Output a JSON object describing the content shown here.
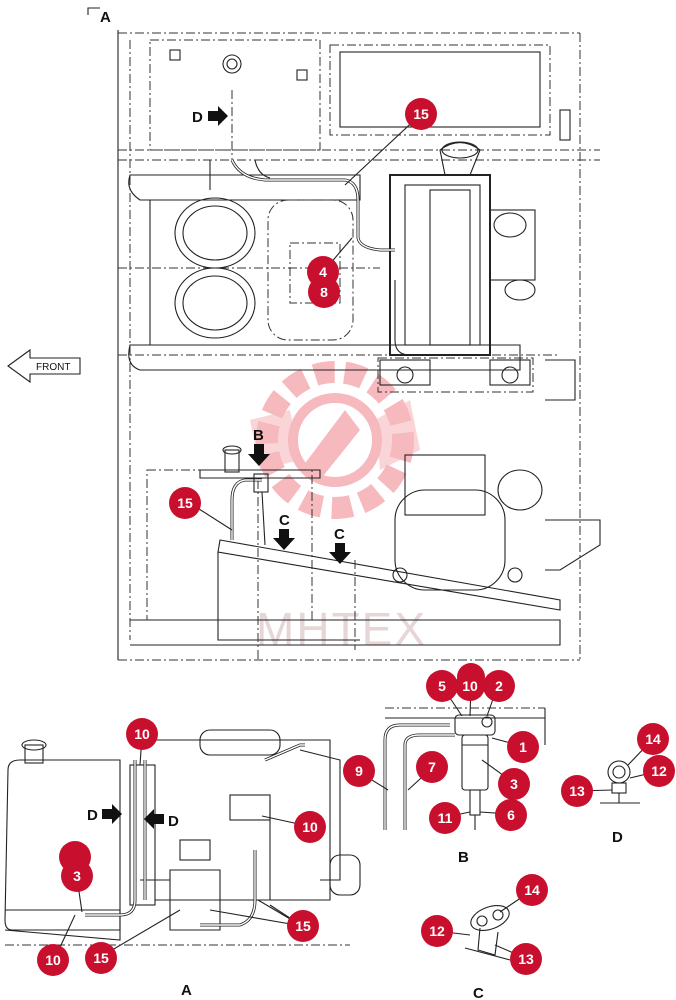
{
  "watermark": "MHTEX",
  "front_label": "FRONT",
  "views": {
    "main_top": "A",
    "view_a": "A",
    "view_b": "B",
    "view_c": "C",
    "view_d": "D"
  },
  "direction_arrows": {
    "d_upper": "D",
    "b_upper": "B",
    "c_left": "C",
    "c_right": "C",
    "d_left": "D",
    "d_right": "D"
  },
  "callouts": {
    "c15_top": "15",
    "c4": "4",
    "c8_hidden": "8",
    "c15_mid": "15",
    "c10_a_top": "10",
    "c3_a": "3",
    "c3_a_behind": "",
    "c10_a_bottom": "10",
    "c15_a_bottom": "15",
    "c10_a_right": "10",
    "c15_a_right": "15",
    "c5_b": "5",
    "c10_b": "10",
    "c10_b_behind": "",
    "c2_b": "2",
    "c1_b": "1",
    "c9_b": "9",
    "c7_b": "7",
    "c3_b": "3",
    "c11_b": "11",
    "c6_b": "6",
    "c14_d": "14",
    "c12_d": "12",
    "c13_d": "13",
    "c14_c": "14",
    "c12_c": "12",
    "c13_c": "13"
  },
  "colors": {
    "callout_fill": "#c8102e",
    "line": "#222222",
    "watermark": "#e63946"
  }
}
